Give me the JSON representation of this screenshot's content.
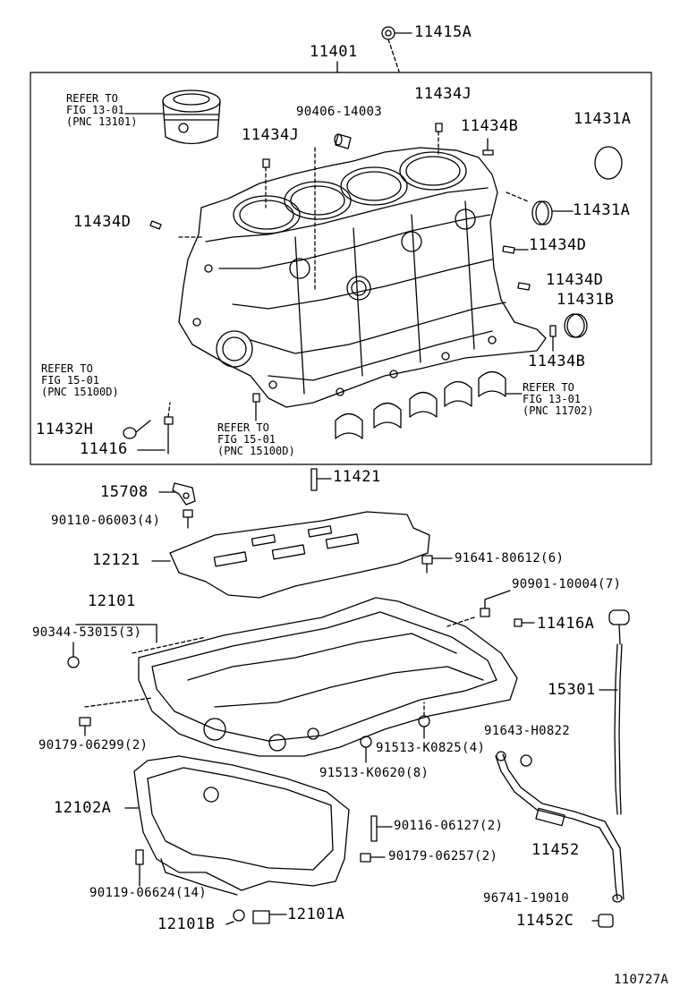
{
  "header": {
    "assembly_number": "11401",
    "top_part": "11415A"
  },
  "parts": {
    "p11434J_a": "11434J",
    "p11434J_b": "11434J",
    "p90406": "90406-14003",
    "p11434B_a": "11434B",
    "p11431A_a": "11431A",
    "p11431A_b": "11431A",
    "p11434D_a": "11434D",
    "p11434D_b": "11434D",
    "p11434D_c": "11434D",
    "p11431B": "11431B",
    "p11434B_b": "11434B",
    "p11432H": "11432H",
    "p11416": "11416",
    "p11421": "11421",
    "p15708": "15708",
    "p90110": "90110-06003(4)",
    "p12121": "12121",
    "p91641": "91641-80612(6)",
    "p12101": "12101",
    "p90901": "90901-10004(7)",
    "p90344": "90344-53015(3)",
    "p11416A": "11416A",
    "p15301": "15301",
    "p90179a": "90179-06299(2)",
    "p91643": "91643-H0822",
    "p91513a": "91513-K0825(4)",
    "p91513b": "91513-K0620(8)",
    "p12102A": "12102A",
    "p90116": "90116-06127(2)",
    "p11452": "11452",
    "p90179b": "90179-06257(2)",
    "p90119": "90119-06624(14)",
    "p96741": "96741-19010",
    "p12101B": "12101B",
    "p12101A": "12101A",
    "p11452C": "11452C"
  },
  "refs": {
    "ref1": {
      "line1": "REFER TO",
      "line2": "FIG 13-01",
      "line3": "(PNC 13101)"
    },
    "ref2": {
      "line1": "REFER TO",
      "line2": "FIG 15-01",
      "line3": "(PNC 15100D)"
    },
    "ref3": {
      "line1": "REFER TO",
      "line2": "FIG 15-01",
      "line3": "(PNC 15100D)"
    },
    "ref4": {
      "line1": "REFER TO",
      "line2": "FIG 13-01",
      "line3": "(PNC 11702)"
    }
  },
  "footer": {
    "figure_code": "110727A"
  }
}
